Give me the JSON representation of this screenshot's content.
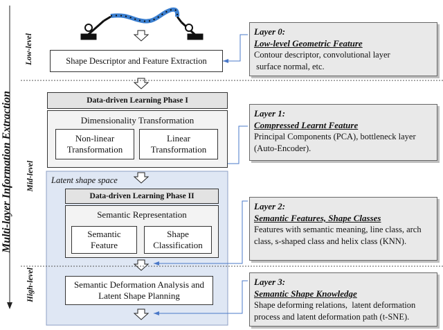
{
  "side_title": "Multi-layer Information Extraction",
  "levels": {
    "low": "Low-level",
    "mid": "Mid-level",
    "high": "High-level"
  },
  "flow": {
    "shape_descriptor": "Shape Descriptor and Feature Extraction",
    "phase1": "Data-driven Learning Phase I",
    "dim_transform": "Dimensionality Transformation",
    "nonlinear": [
      "Non-linear",
      "Transformation"
    ],
    "linear": [
      "Linear",
      "Transformation"
    ],
    "latent_space": "Latent shape space",
    "phase2": "Data-driven Learning Phase II",
    "semantic_rep": "Semantic Representation",
    "semantic_feature": [
      "Semantic",
      "Feature"
    ],
    "shape_class": [
      "Shape",
      "Classification"
    ],
    "deform": [
      "Semantic Deformation Analysis and",
      "Latent Shape Planning"
    ]
  },
  "layers": [
    {
      "title": "Layer 0:",
      "subtitle": "Low-level Geometric Feature",
      "body": [
        "Contour descriptor, convolutional layer",
        " surface normal, etc."
      ]
    },
    {
      "title": "Layer 1:",
      "subtitle": "Compressed Learnt Feature",
      "body": [
        "Principal Components (PCA), bottleneck layer",
        "(Auto-Encoder)."
      ]
    },
    {
      "title": "Layer 2:",
      "subtitle": "Semantic Features, Shape Classes",
      "body": [
        "Features with semantic meaning, line class, arch",
        "class, s-shaped class and helix class (KNN)."
      ]
    },
    {
      "title": "Layer 3:",
      "subtitle": "Semantic Shape Knowledge",
      "body": [
        "Shape deforming relations,  latent deformation",
        "process and latent deformation path (t-SNE)."
      ]
    }
  ],
  "colors": {
    "accent_line": "#4a78c8",
    "latent_bg": "#dfe7f4",
    "cable": "#3b7fd0"
  }
}
